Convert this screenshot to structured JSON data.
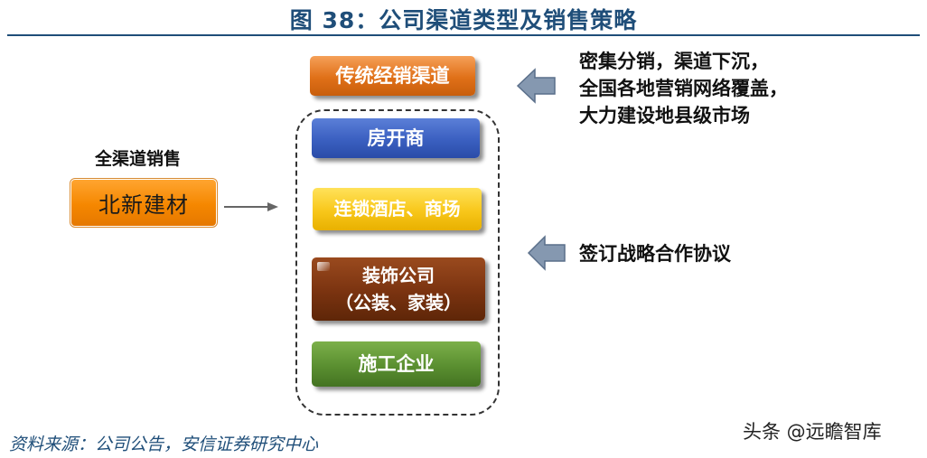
{
  "title": "图 38：公司渠道类型及销售策略",
  "left": {
    "label": "全渠道销售",
    "brand": "北新建材"
  },
  "channels": {
    "traditional": "传统经销渠道",
    "developer": "房开商",
    "hotel": "连锁酒店、商场",
    "decoration_line1": "装饰公司",
    "decoration_line2": "（公装、家装）",
    "construction": "施工企业"
  },
  "notes": {
    "traditional_line1": "密集分销，渠道下沉，",
    "traditional_line2": "全国各地营销网络覆盖，",
    "traditional_line3": "大力建设地县级市场",
    "strategic": "签订战略合作协议"
  },
  "footer": {
    "source": "资料来源：公司公告，安信证券研究中心",
    "watermark": "头条 @远瞻智库"
  },
  "colors": {
    "title": "#1f4e79",
    "orange": "#e07018",
    "blue": "#3a5fc0",
    "yellow": "#f8c71a",
    "brown": "#7a3310",
    "green": "#5a8f30"
  }
}
